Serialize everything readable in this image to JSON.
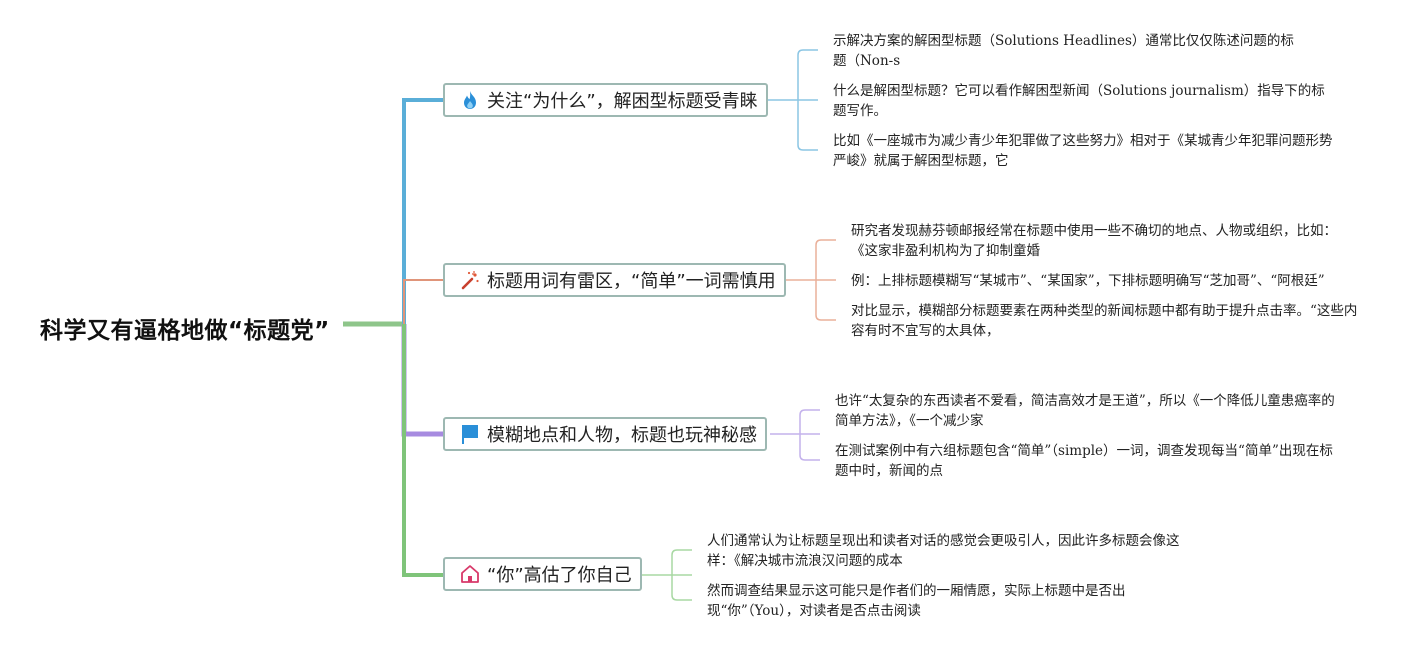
{
  "root": {
    "title": "科学又有逼格地做“标题党”"
  },
  "colors": {
    "branch1": "#5aaed8",
    "branch2": "#e0957a",
    "branch3": "#a78be0",
    "branch4": "#7fc47a",
    "root": "#8ec58a"
  },
  "branches": [
    {
      "label": "关注“为什么”，解困型标题受青睐",
      "icon": "fire-icon",
      "notes": [
        "示解决方案的解困型标题（Solutions Headlines）通常比仅仅陈述问题的标题（Non-s",
        "什么是解困型标题？它可以看作解困型新闻（Solutions journalism）指导下的标题写作。",
        "比如《一座城市为减少青少年犯罪做了这些努力》相对于《某城青少年犯罪问题形势严峻》就属于解困型标题，它"
      ]
    },
    {
      "label": "标题用词有雷区，“简单”一词需慎用",
      "icon": "magic-wand-icon",
      "notes": [
        "研究者发现赫芬顿邮报经常在标题中使用一些不确切的地点、人物或组织，比如：《这家非盈利机构为了抑制童婚",
        "例：上排标题模糊写“某城市”、“某国家”，下排标题明确写“芝加哥”、“阿根廷”",
        "对比显示，模糊部分标题要素在两种类型的新闻标题中都有助于提升点击率。“这些内容有时不宜写的太具体，"
      ]
    },
    {
      "label": "模糊地点和人物，标题也玩神秘感",
      "icon": "flag-icon",
      "notes": [
        "也许“太复杂的东西读者不爱看，简洁高效才是王道”，所以《一个降低儿童患癌率的简单方法》，《一个减少家",
        "在测试案例中有六组标题包含“简单”（simple）一词，调查发现每当“简单”出现在标题中时，新闻的点"
      ]
    },
    {
      "label": "“你”高估了你自己",
      "icon": "home-icon",
      "notes": [
        "人们通常认为让标题呈现出和读者对话的感觉会更吸引人，因此许多标题会像这样：《解决城市流浪汉问题的成本",
        "然而调查结果显示这可能只是作者们的一厢情愿，实际上标题中是否出现“你”（You），对读者是否点击阅读"
      ]
    }
  ]
}
